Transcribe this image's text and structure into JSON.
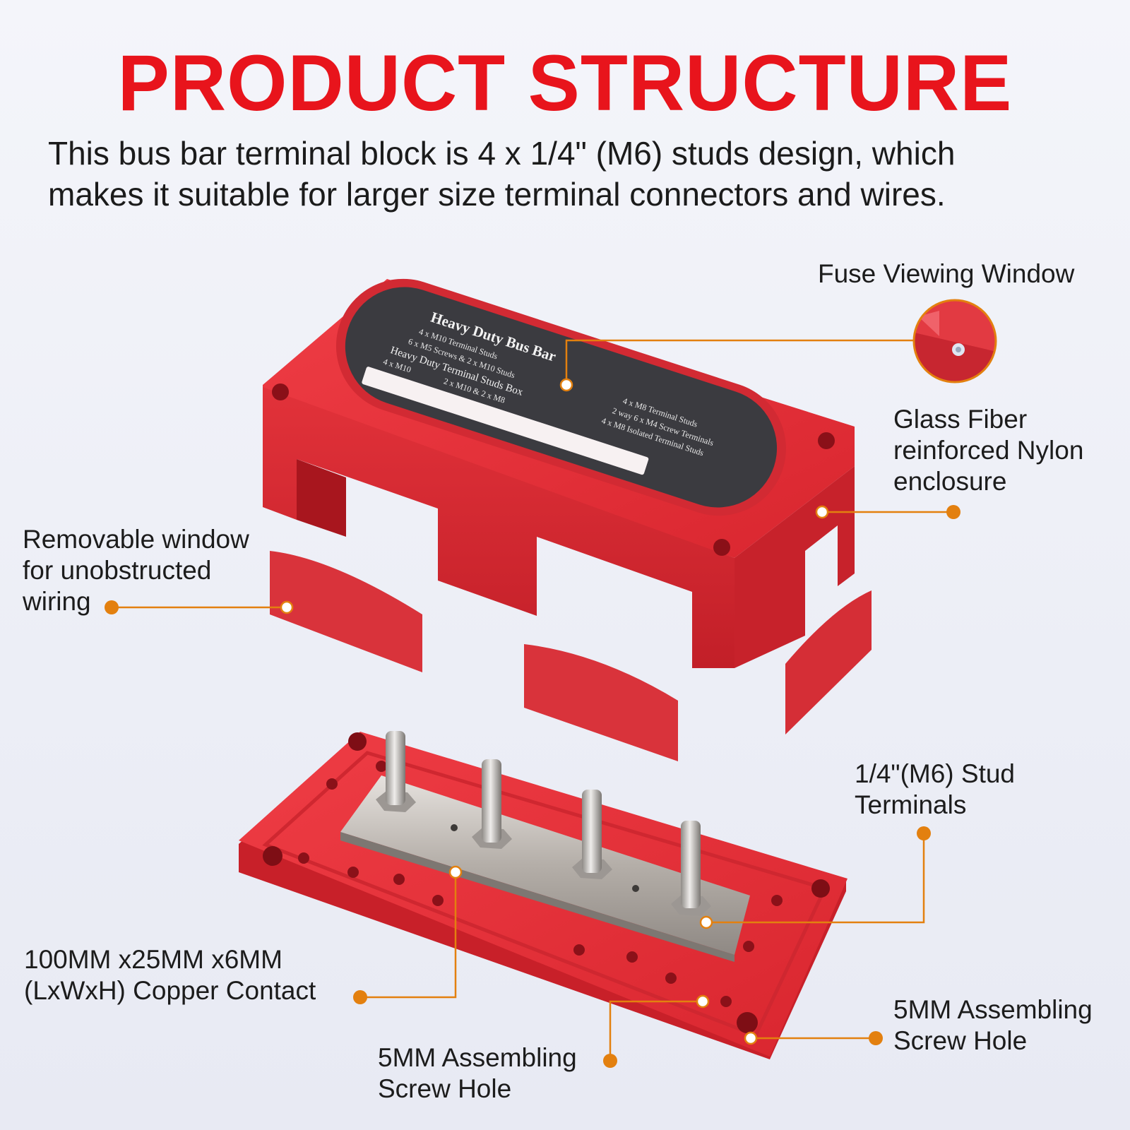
{
  "title": "PRODUCT STRUCTURE",
  "intro_line1": "This bus bar terminal block is 4 x 1/4\" (M6) studs design, which",
  "intro_line2": "makes it suitable for larger size terminal connectors and wires.",
  "callouts": {
    "fuse_window": "Fuse Viewing Window",
    "enclosure_l1": "Glass Fiber",
    "enclosure_l2": "reinforced Nylon",
    "enclosure_l3": "enclosure",
    "removable_l1": "Removable window",
    "removable_l2": "for unobstructed",
    "removable_l3": "wiring",
    "stud_l1": "1/4\"(M6) Stud",
    "stud_l2": "Terminals",
    "copper_l1": "100MM x25MM x6MM",
    "copper_l2": "(LxWxH) Copper Contact",
    "screw_right_l1": "5MM Assembling",
    "screw_right_l2": "Screw Hole",
    "screw_bottom_l1": "5MM Assembling",
    "screw_bottom_l2": "Screw Hole"
  },
  "label_plate": {
    "heading": "Heavy Duty Bus Bar",
    "opt1": "4 x M10 Terminal Studs",
    "opt2": "6 x M5 Screws & 2 x M10 Studs",
    "heading2": "Heavy Duty Terminal Studs Box",
    "opt3": "4 x M10",
    "opt4": "2 x M10 & 2 x M8",
    "opt5": "4 x M8 Terminal Studs",
    "opt6": "2 way 6 x M4 Screw Terminals",
    "opt7": "4 x M8 Isolated Terminal Studs"
  },
  "colors": {
    "title_red": "#e8141c",
    "housing_red": "#e33038",
    "housing_dark": "#b81c24",
    "label_gray": "#3a3a3e",
    "leader_orange": "#e3800f",
    "copper": "#b9b3ad"
  }
}
